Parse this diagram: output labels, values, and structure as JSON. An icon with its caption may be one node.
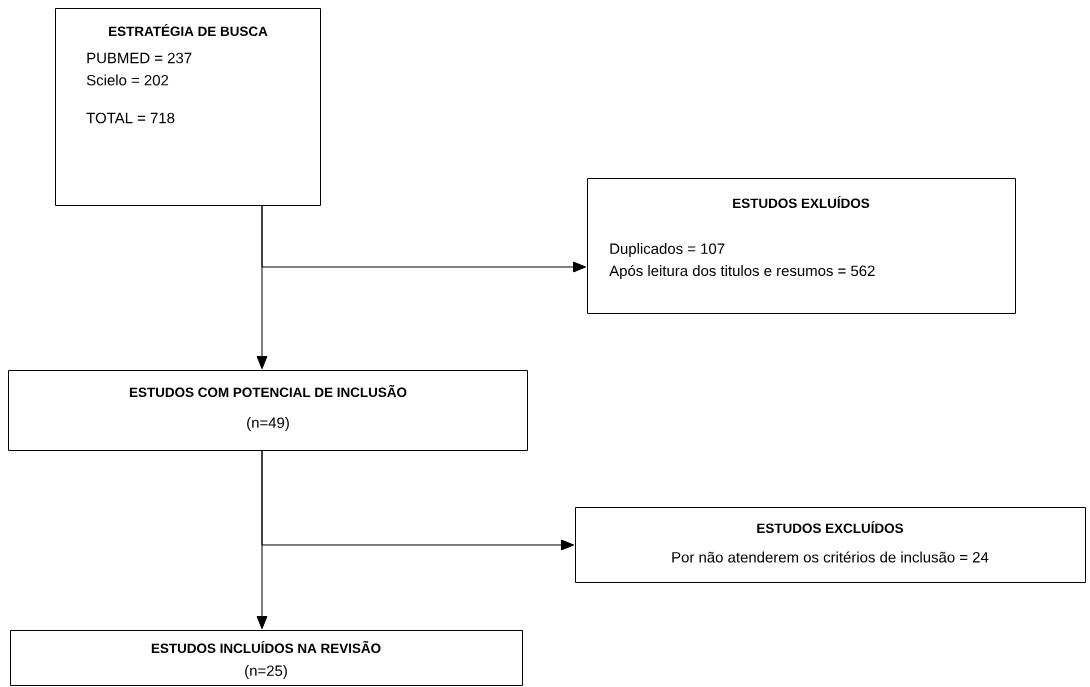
{
  "diagram": {
    "nodes": [
      {
        "text": [
          "ESTRATÉGIA DE BUSCA",
          "PUBMED  = 237",
          "Scielo = 202",
          "TOTAL = 718"
        ]
      },
      {
        "text": [
          "ESTUDOS EXLUÍDOS",
          "Duplicados = 107",
          "Após leitura dos titulos e resumos = 562"
        ]
      },
      {
        "text": [
          "ESTUDOS COM POTENCIAL DE INCLUSÃO",
          "(n=49)"
        ]
      },
      {
        "text": [
          "ESTUDOS EXCLUÍDOS",
          "Por não atenderem os critérios de inclusão = 24"
        ]
      },
      {
        "text": [
          "ESTUDOS INCLUÍDOS NA REVISÃO",
          "(n=25)"
        ]
      }
    ],
    "edges": [
      {
        "from": 0,
        "to": 2,
        "arrow": "to"
      },
      {
        "from": 0,
        "to": 1,
        "arrow": "to"
      },
      {
        "from": 2,
        "to": 4,
        "arrow": "to"
      },
      {
        "from": 2,
        "to": 3,
        "arrow": "to"
      }
    ]
  }
}
